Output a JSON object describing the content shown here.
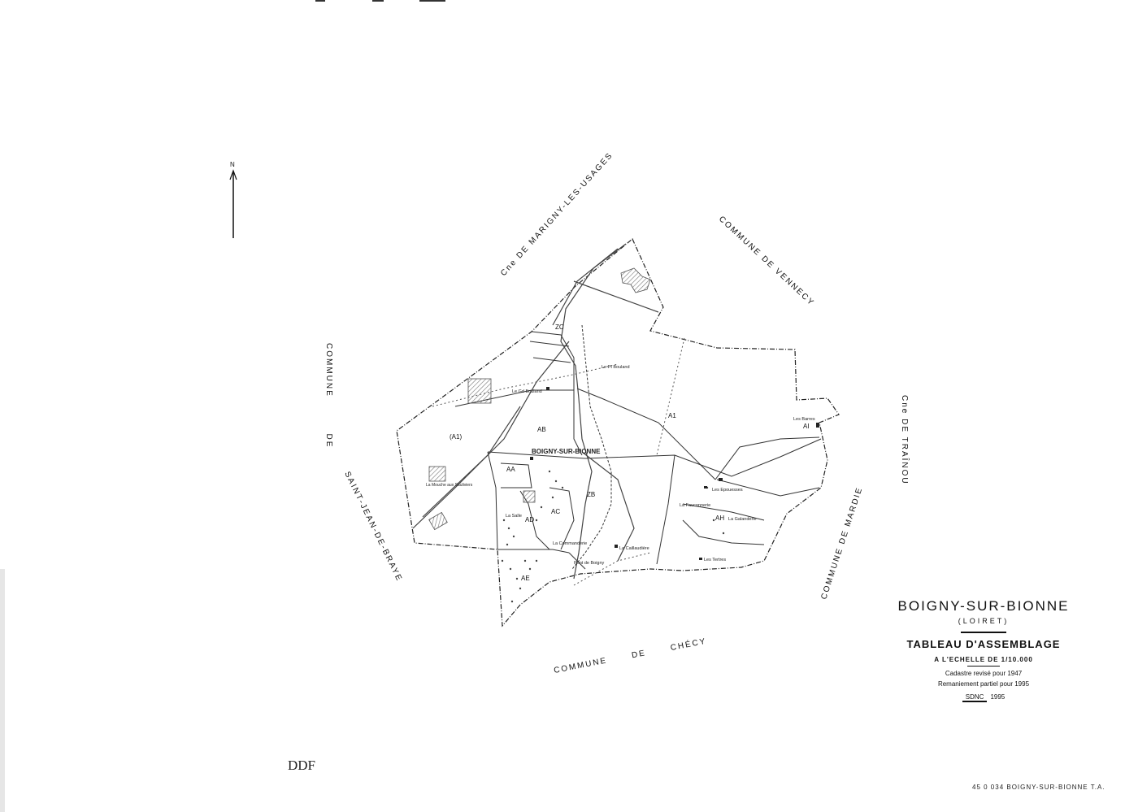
{
  "commune_labels": {
    "north_west": "Cne DE MARIGNY-LES-USAGES",
    "north_east": "COMMUNE DE VENNECY",
    "east_top": "Cne DE TRAÎNOU",
    "east": "COMMUNE DE MARDIE",
    "south": "COMMUNE DE CHÉCY",
    "west_top": "COMMUNE DE",
    "west": "SAINT-JEAN-DE-BRAYE"
  },
  "north_arrow": {
    "label": "N"
  },
  "sections": [
    "ZC",
    "AB",
    "AA",
    "AD",
    "AC",
    "AE",
    "ZB",
    "A1",
    "AH",
    "AI",
    "(A1)"
  ],
  "places": {
    "bourg": "BOIGNY-SUR-BIONNE",
    "p1": "Le Pt Bouland",
    "p2": "Le Gd Bouland",
    "p3": "Les Barres",
    "p4": "Les Epouesses",
    "p5": "La Fauconnerie",
    "p6": "La Galanderie",
    "p7": "Les Tertres",
    "p8": "La Caillaudière",
    "p9": "Pont de Boigny",
    "p10": "La Commanderie",
    "p11": "La Salle",
    "p12": "La Mouche aux Sauliviers"
  },
  "cartouche": {
    "title": "BOIGNY-SUR-BIONNE",
    "department": "(LOIRET)",
    "subtitle": "TABLEAU D'ASSEMBLAGE",
    "scale": "A L'ECHELLE DE 1/10.000",
    "revision": "Cadastre revisé pour 1947",
    "remaniement": "Remaniement partiel pour 1995",
    "sdnc": "SDNC",
    "year": "1995"
  },
  "reference": "45 0 034 BOIGNY-SUR-BIONNE T.A.",
  "corner_mark": "DDF"
}
